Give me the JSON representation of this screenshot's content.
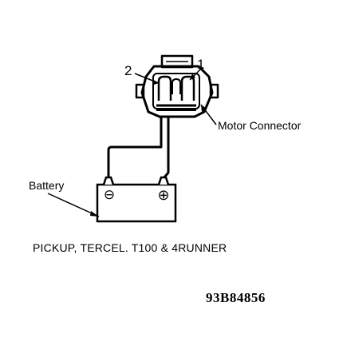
{
  "labels": {
    "pin2": "2",
    "pin1": "1",
    "motor_connector": "Motor Connector",
    "battery": "Battery",
    "models": "PICKUP, TERCEL. T100 & 4RUNNER",
    "figure_code": "93B84856"
  },
  "battery": {
    "negative_symbol": "⊖",
    "positive_symbol": "⊕"
  },
  "colors": {
    "ink": "#000000",
    "paper": "#ffffff"
  }
}
